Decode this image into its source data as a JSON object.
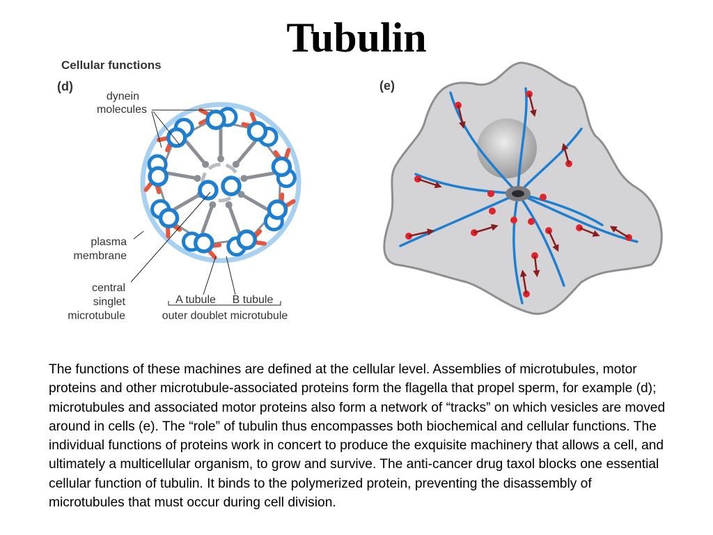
{
  "title": "Tubulin",
  "figure_d": {
    "heading": "Cellular functions",
    "panel": "(d)",
    "labels": {
      "dynein_1": "dynein",
      "dynein_2": "molecules",
      "plasma_1": "plasma",
      "plasma_2": "membrane",
      "central_1": "central",
      "central_2": "singlet",
      "central_3": "microtubule",
      "a_tubule": "A tubule",
      "b_tubule": "B tubule",
      "outer_doublet": "outer doublet microtubule"
    }
  },
  "figure_e": {
    "panel": "(e)"
  },
  "body_text": "The functions of these machines are defined at the cellular level. Assemblies of microtubules, motor proteins and other microtubule-associated proteins form the flagella that propel sperm, for example (d); microtubules and associated motor proteins also form a network of “tracks” on which vesicles are moved around in cells (e). The “role” of tubulin thus encompasses both biochemical and cellular functions. The individual functions of proteins work in concert to produce the exquisite machinery that allows a cell, and ultimately a multicellular organism, to grow and survive. The anti-cancer drug taxol blocks one essential cellular function of tubulin. It binds to the polymerized protein, preventing the disassembly of microtubules that must occur during cell division.",
  "colors": {
    "tubule_blue": "#1e7fd0",
    "membrane_blue": "#a8d0f0",
    "dynein_red": "#e8553d",
    "spoke_gray": "#8a8f96",
    "cell_gray": "#d4d4d6",
    "vesicle_red": "#e0242c",
    "arrow_dark_red": "#8a1c1c"
  }
}
